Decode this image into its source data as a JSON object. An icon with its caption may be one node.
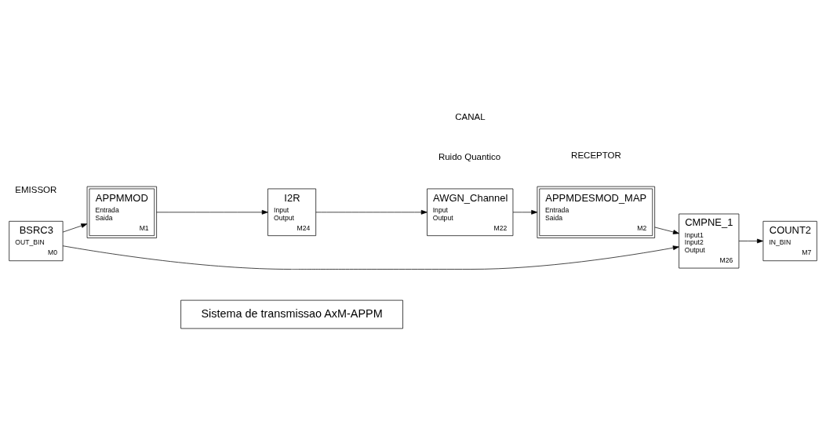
{
  "diagram": {
    "nodes": [
      {
        "text": [
          "Sistema de transmissao AxM-APPM"
        ]
      },
      {
        "text": [
          "BSRC3",
          "OUT_BIN",
          "M0"
        ]
      },
      {
        "text": [
          "APPMMOD",
          "Entrada",
          "Saida",
          "M1"
        ]
      },
      {
        "text": [
          "I2R",
          "Input",
          "Output",
          "M24"
        ]
      },
      {
        "text": [
          "AWGN_Channel",
          "Input",
          "Output",
          "M22"
        ]
      },
      {
        "text": [
          "APPMDESMOD_MAP",
          "Entrada",
          "Saida",
          "M2"
        ]
      },
      {
        "text": [
          "CMPNE_1",
          "Input1",
          "Input2",
          "Output",
          "M26"
        ]
      },
      {
        "text": [
          "COUNT2",
          "IN_BIN",
          "M7"
        ]
      }
    ],
    "edges": [
      {
        "from": 1,
        "to": 2,
        "arrow": "to"
      },
      {
        "from": 1,
        "to": 6,
        "arrow": "to"
      },
      {
        "from": 2,
        "to": 3,
        "arrow": "to"
      },
      {
        "from": 3,
        "to": 4,
        "arrow": "to"
      },
      {
        "from": 4,
        "to": 5,
        "arrow": "to"
      },
      {
        "from": 5,
        "to": 6,
        "arrow": "to"
      },
      {
        "from": 6,
        "to": 7,
        "arrow": "to"
      }
    ],
    "labels": [
      "EMISSOR",
      "Ruido Quantico",
      "CANAL",
      "RECEPTOR"
    ]
  }
}
